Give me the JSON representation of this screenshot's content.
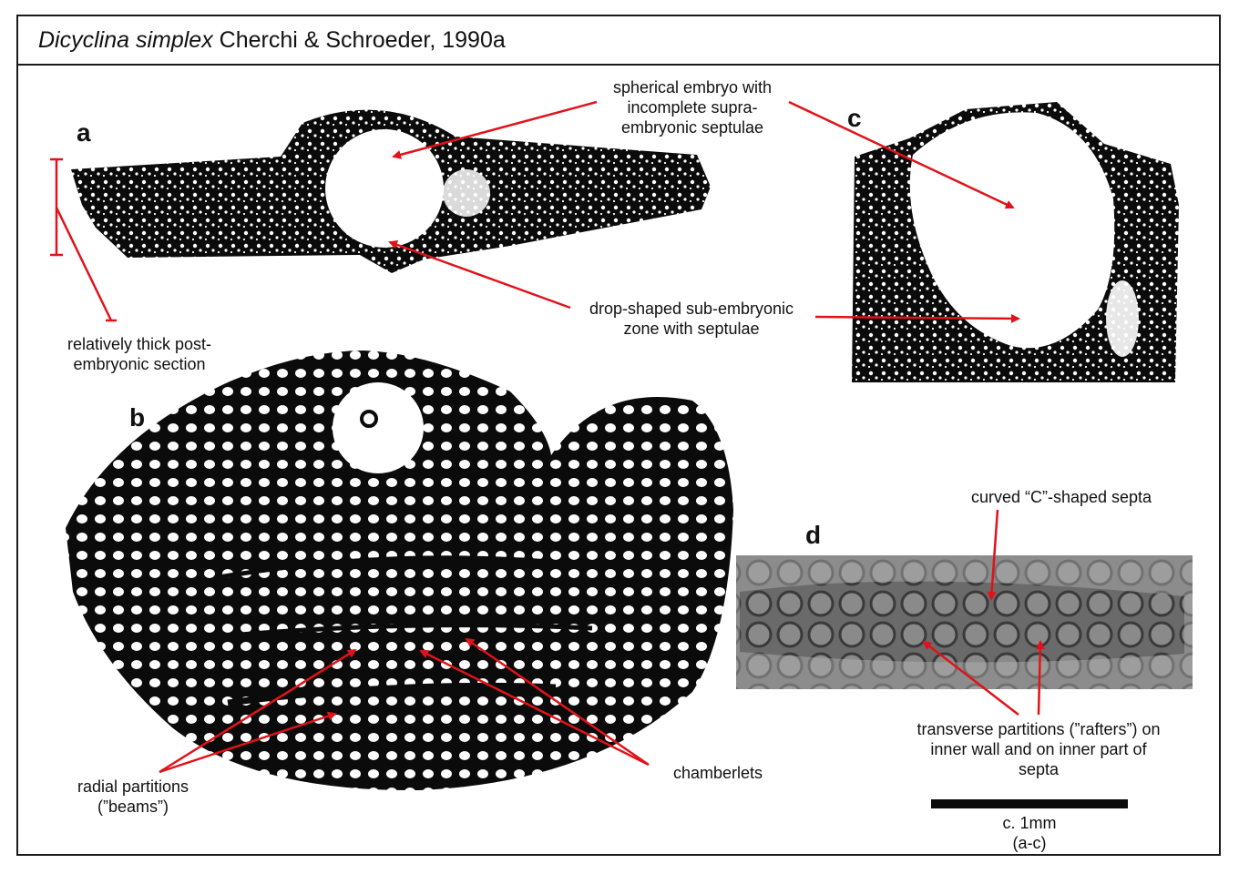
{
  "title": {
    "genus_species": "Dicyclina simplex",
    "authority": " Cherchi & Schroeder, 1990a"
  },
  "panels": {
    "a": "a",
    "b": "b",
    "c": "c",
    "d": "d"
  },
  "annotations": {
    "spherical_embryo": [
      "spherical embryo with",
      "incomplete supra-",
      "embryonic septulae"
    ],
    "drop_shaped": [
      "drop-shaped sub-embryonic",
      "zone with septulae"
    ],
    "post_embryonic": [
      "relatively thick post-",
      "embryonic section"
    ],
    "curved_septa": [
      "curved “C”-shaped septa"
    ],
    "transverse": [
      "transverse partitions (”rafters”) on",
      "inner wall and  on inner part of",
      "septa"
    ],
    "radial": [
      "radial partitions",
      "(”beams”)"
    ],
    "chamberlets": [
      "chamberlets"
    ]
  },
  "scale_bar": {
    "label": "c. 1mm",
    "sublabel": "(a-c)"
  },
  "colors": {
    "arrow": "#e0131a",
    "specimen": "#0b0b0b",
    "thin_section": "#5e5e5e",
    "frame": "#1a1a1a"
  }
}
